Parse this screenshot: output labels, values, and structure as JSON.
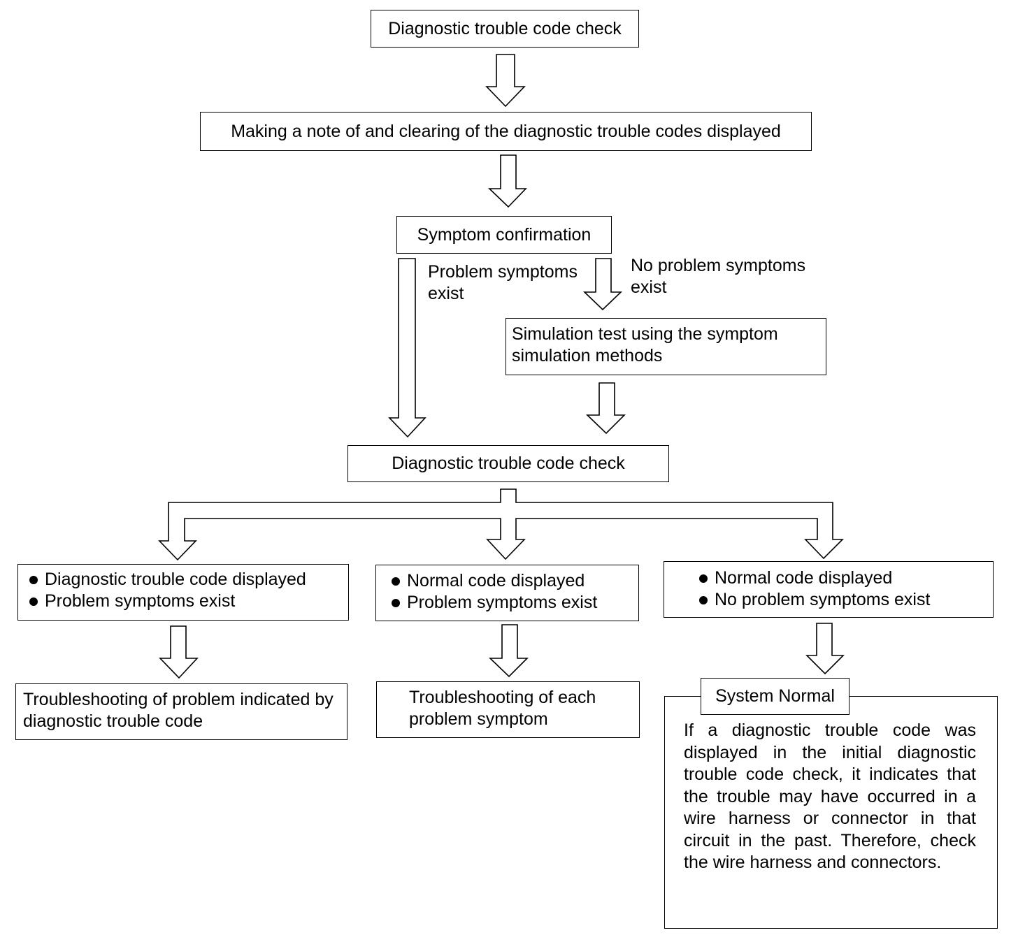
{
  "steps": {
    "dtc_check_1": "Diagnostic trouble code check",
    "note_and_clear": "Making a note of and clearing of the diagnostic trouble codes displayed",
    "symptom_confirmation": "Symptom confirmation",
    "simulation_test": "Simulation test using the symptom simulation methods",
    "dtc_check_2": "Diagnostic trouble code check"
  },
  "branch_labels": {
    "problem_exist_line1": "Problem symptoms",
    "problem_exist_line2": "exist",
    "no_problem_line1": "No problem symptoms",
    "no_problem_line2": "exist"
  },
  "outcomes": [
    {
      "bullets": [
        "Diagnostic trouble code displayed",
        "Problem symptoms exist"
      ],
      "result": "Troubleshooting of problem indicated by diagnostic trouble code"
    },
    {
      "bullets": [
        "Normal code displayed",
        "Problem symptoms exist"
      ],
      "result": "Troubleshooting of each problem symptom"
    },
    {
      "bullets": [
        "Normal code displayed",
        "No problem symptoms exist"
      ],
      "result": "System Normal",
      "note": "If a diagnostic trouble code was displayed in the initial diagnostic trouble code check, it indicates that the trouble may have occurred in a wire harness or connector in that circuit in the past. Therefore, check the wire harness and connectors."
    }
  ]
}
